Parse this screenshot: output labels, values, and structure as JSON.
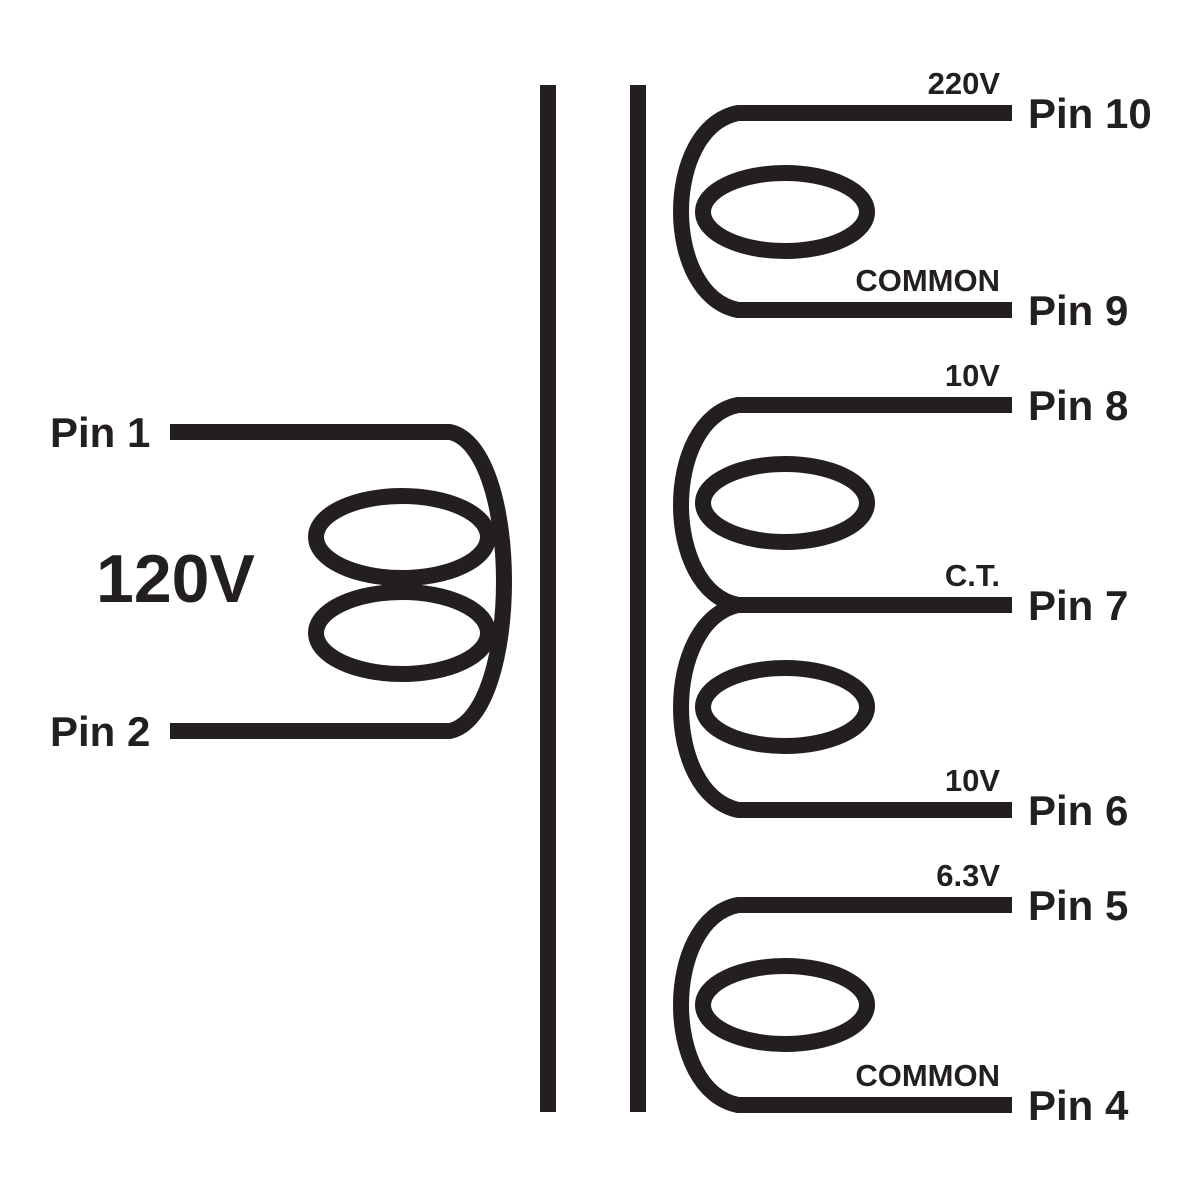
{
  "colors": {
    "ink": "#231f20",
    "background": "#ffffff"
  },
  "primary": {
    "voltage_label": "120V",
    "pins": [
      {
        "label": "Pin 1"
      },
      {
        "label": "Pin 2"
      }
    ]
  },
  "secondary": {
    "pins": [
      {
        "label": "Pin 10",
        "tap": "220V"
      },
      {
        "label": "Pin 9",
        "tap": "COMMON"
      },
      {
        "label": "Pin 8",
        "tap": "10V"
      },
      {
        "label": "Pin 7",
        "tap": "C.T."
      },
      {
        "label": "Pin 6",
        "tap": "10V"
      },
      {
        "label": "Pin 5",
        "tap": "6.3V"
      },
      {
        "label": "Pin 4",
        "tap": "COMMON"
      }
    ]
  }
}
